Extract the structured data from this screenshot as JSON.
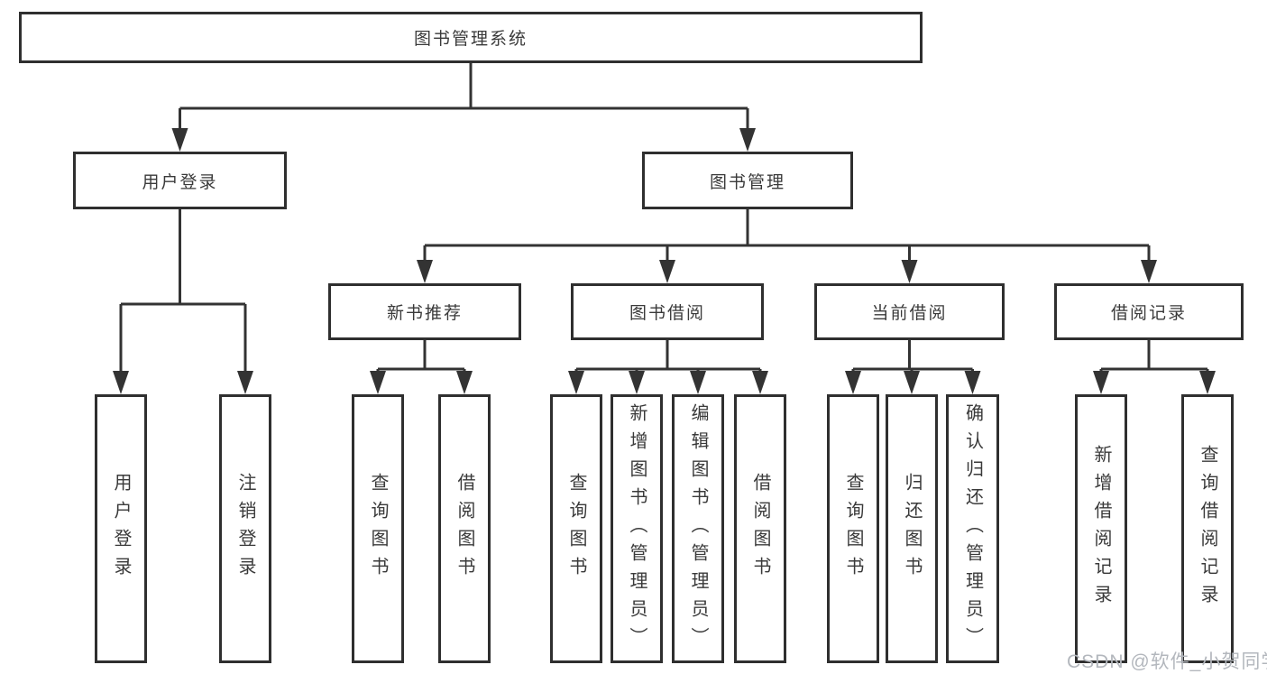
{
  "diagram_title": "图书管理系统",
  "tree": {
    "root": {
      "label": "图书管理系统"
    },
    "branches": [
      {
        "label": "用户登录",
        "children": [
          {
            "label": "用户登录"
          },
          {
            "label": "注销登录"
          }
        ]
      },
      {
        "label": "图书管理",
        "children": [
          {
            "label": "新书推荐",
            "children": [
              {
                "label": "查询图书"
              },
              {
                "label": "借阅图书"
              }
            ]
          },
          {
            "label": "图书借阅",
            "children": [
              {
                "label": "查询图书"
              },
              {
                "label": "新增图书（管理员）"
              },
              {
                "label": "编辑图书（管理员）"
              },
              {
                "label": "借阅图书"
              }
            ]
          },
          {
            "label": "当前借阅",
            "children": [
              {
                "label": "查询图书"
              },
              {
                "label": "归还图书"
              },
              {
                "label": "确认归还（管理员）"
              }
            ]
          },
          {
            "label": "借阅记录",
            "children": [
              {
                "label": "新增借阅记录"
              },
              {
                "label": "查询借阅记录"
              }
            ]
          }
        ]
      }
    ]
  },
  "watermark": {
    "text": "CSDN @软件_小贺同学"
  },
  "colors": {
    "background": "#ffffff",
    "box_border": "#2f2f2f",
    "line": "#333333",
    "text": "#3a3a3a",
    "watermark": "#b3b7bd"
  }
}
